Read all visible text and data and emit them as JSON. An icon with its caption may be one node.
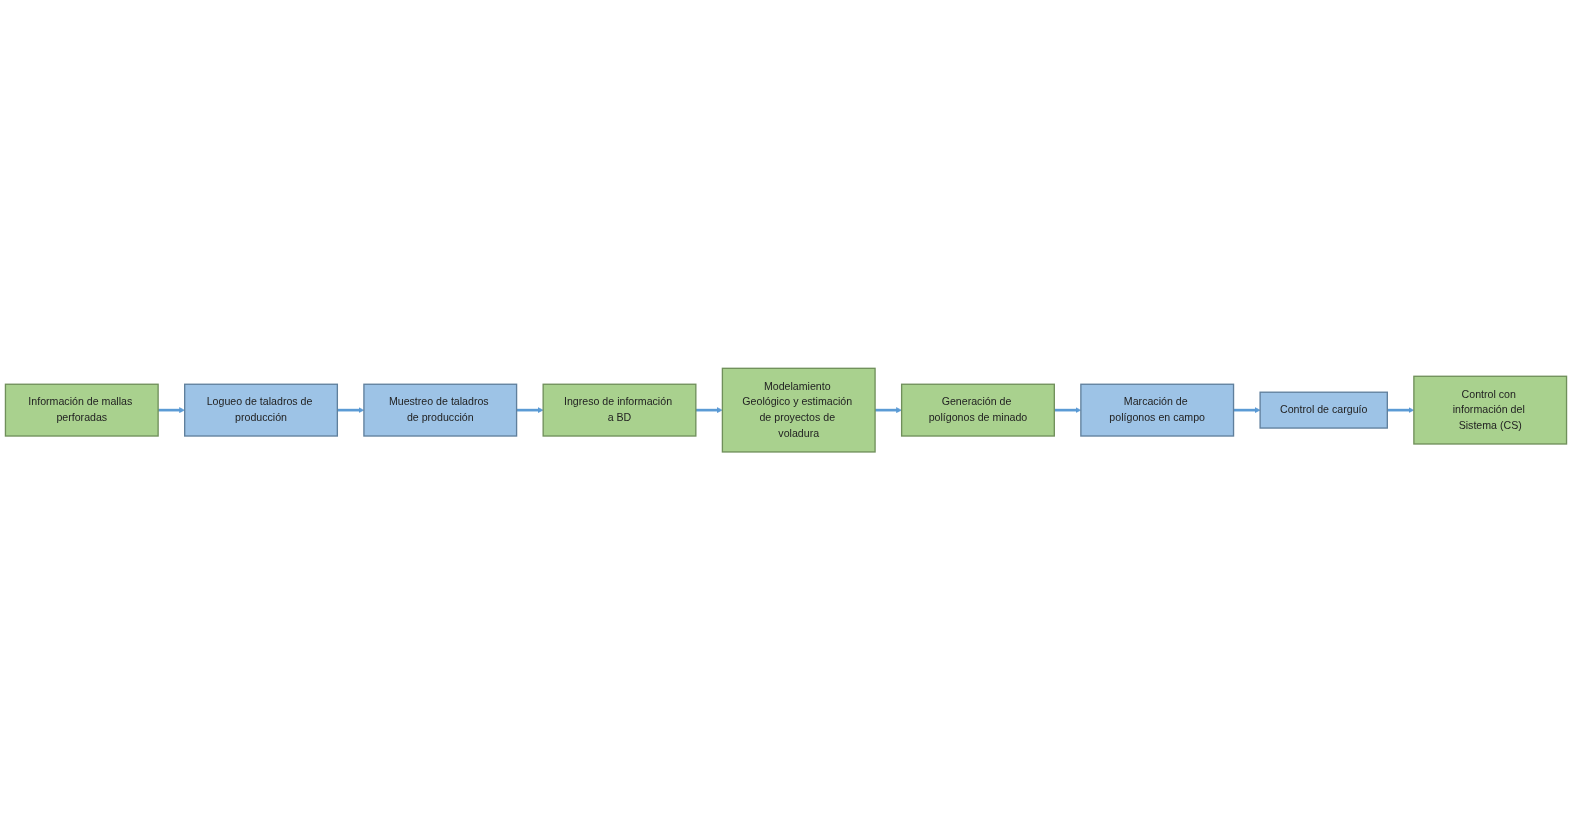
{
  "diagram": {
    "nodes": [
      {
        "text": [
          "Información de mallas perforadas"
        ]
      },
      {
        "text": [
          "Logueo de taladros de producción"
        ]
      },
      {
        "text": [
          "Muestreo de taladros de producción"
        ]
      },
      {
        "text": [
          "Ingreso de información a BD"
        ]
      },
      {
        "text": [
          "Modelamiento Geológico y estimación de proyectos de voladura"
        ]
      },
      {
        "text": [
          "Generación de polígonos de minado"
        ]
      },
      {
        "text": [
          "Marcación de polígonos en campo"
        ]
      },
      {
        "text": [
          "Control de carguío"
        ]
      },
      {
        "text": [
          "Control con información del Sistema (CS)"
        ]
      }
    ],
    "edges": [
      {
        "from": 0,
        "to": 1,
        "arrow": "to"
      },
      {
        "from": 1,
        "to": 2,
        "arrow": "to"
      },
      {
        "from": 2,
        "to": 3,
        "arrow": "to"
      },
      {
        "from": 3,
        "to": 4,
        "arrow": "to"
      },
      {
        "from": 4,
        "to": 5,
        "arrow": "to"
      },
      {
        "from": 5,
        "to": 6,
        "arrow": "to"
      },
      {
        "from": 6,
        "to": 7,
        "arrow": "to"
      },
      {
        "from": 7,
        "to": 8,
        "arrow": "to"
      }
    ]
  }
}
